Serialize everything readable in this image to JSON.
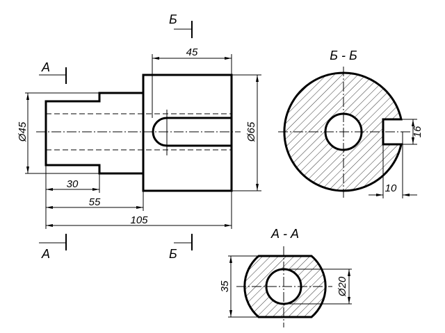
{
  "drawing": {
    "section_marks": {
      "a": "А",
      "b": "Б"
    },
    "section_titles": {
      "aa": "А - А",
      "bb": "Б - Б"
    },
    "dimensions": {
      "main_dia_small": "Ø45",
      "main_dia_large": "Ø65",
      "slot_length": "45",
      "step_length": "30",
      "shoulder_length": "55",
      "total_length": "105",
      "bb_slot_width": "16",
      "bb_slot_depth": "10",
      "aa_flat_width": "35",
      "aa_hole_dia": "Ø20"
    },
    "colors": {
      "line": "#000000",
      "background": "#ffffff"
    }
  }
}
